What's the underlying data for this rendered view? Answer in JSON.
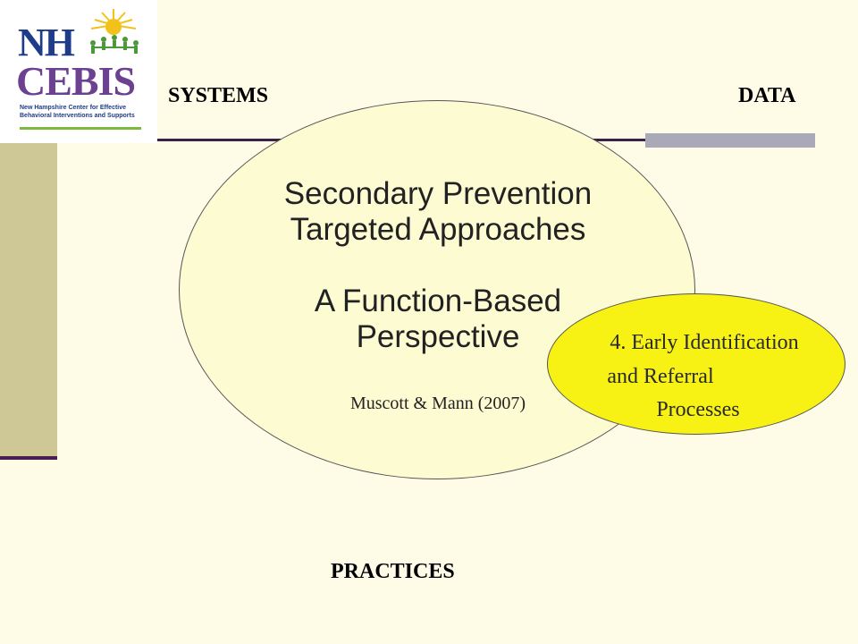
{
  "logo": {
    "line1": "NH",
    "line2": "CEBIS",
    "subtitle": "New Hampshire Center for Effective Behavioral Interventions and Supports"
  },
  "labels": {
    "systems": "SYSTEMS",
    "data": "DATA",
    "practices": "PRACTICES"
  },
  "ellipse": {
    "line1": "Secondary  Prevention",
    "line2": "Targeted Approaches",
    "line3": "A Function-Based",
    "line4": "Perspective",
    "citation": "Muscott & Mann (2007)"
  },
  "callout": {
    "line1": "4. Early Identification",
    "line2": "and Referral",
    "line3": "Processes"
  },
  "colors": {
    "background": "#fefce6",
    "left_bar": "#cdc895",
    "ellipse_fill": "#fdfbd2",
    "callout_fill": "#f7f214",
    "rule": "#3d1f47",
    "grey_bar": "#a9a9b8"
  }
}
